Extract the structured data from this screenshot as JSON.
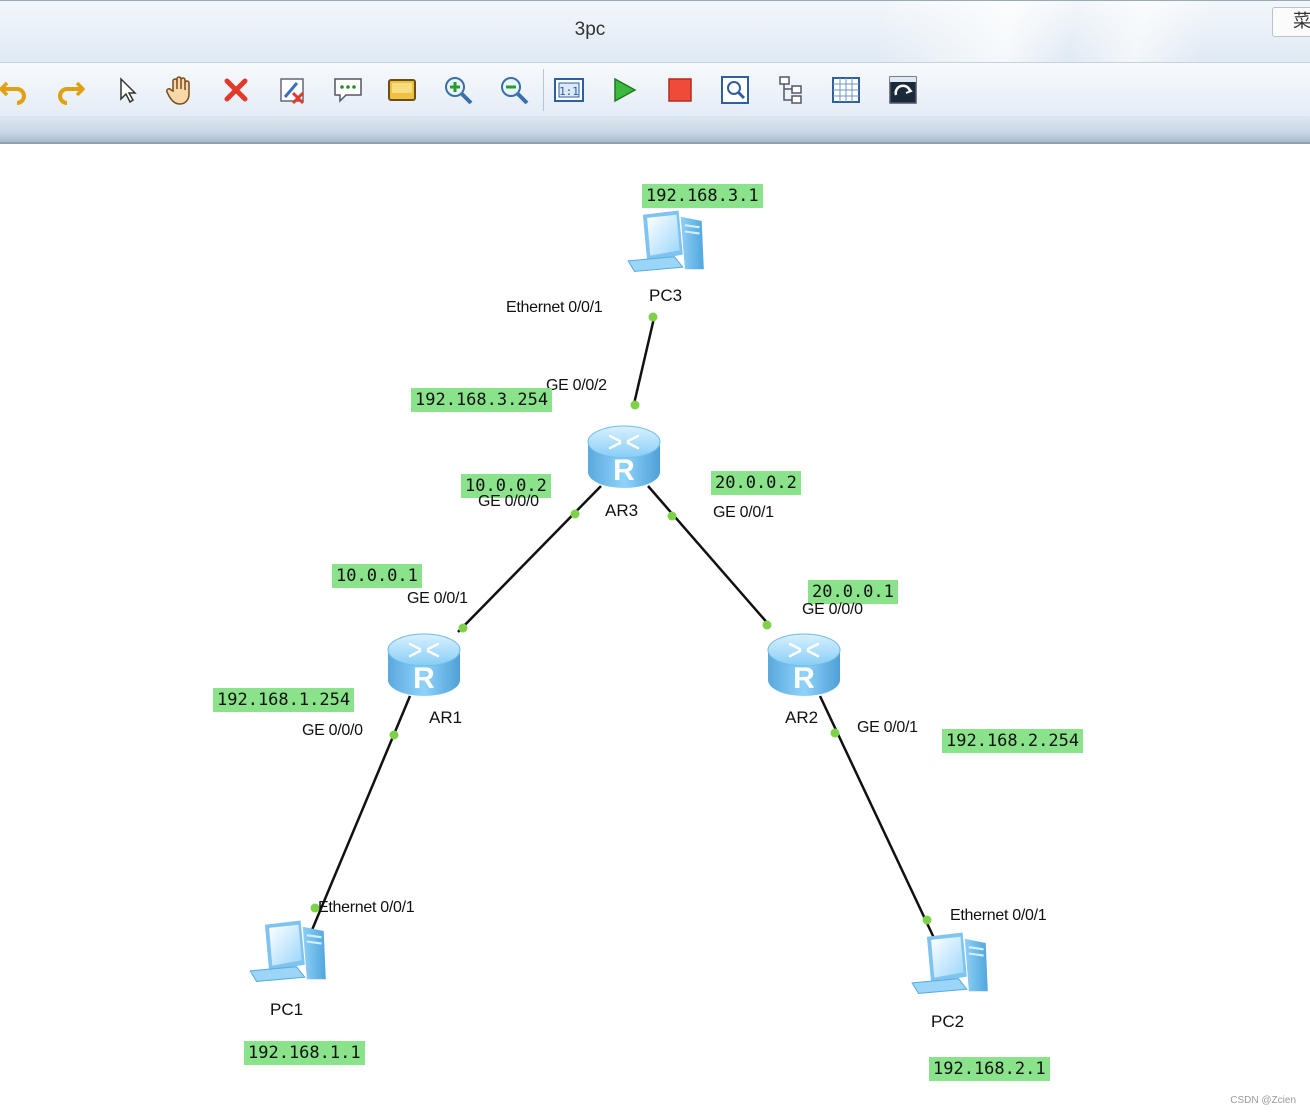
{
  "window": {
    "title": "3pc",
    "menu_label": "菜"
  },
  "toolbar": {
    "buttons": [
      {
        "name": "undo-button",
        "icon": "undo-icon"
      },
      {
        "name": "redo-button",
        "icon": "redo-icon"
      },
      {
        "name": "select-button",
        "icon": "pointer-icon"
      },
      {
        "name": "pan-button",
        "icon": "hand-icon"
      },
      {
        "name": "delete-button",
        "icon": "delete-icon"
      },
      {
        "name": "delete-link-button",
        "icon": "delete-link-icon"
      },
      {
        "name": "text-note-button",
        "icon": "speech-bubble-icon"
      },
      {
        "name": "palette-button",
        "icon": "palette-icon"
      },
      {
        "name": "zoom-in-button",
        "icon": "zoom-in-icon"
      },
      {
        "name": "zoom-out-button",
        "icon": "zoom-out-icon"
      },
      {
        "name": "fit-view-button",
        "icon": "fit-icon"
      },
      {
        "name": "start-button",
        "icon": "play-icon"
      },
      {
        "name": "stop-button",
        "icon": "stop-icon"
      },
      {
        "name": "capture-button",
        "icon": "capture-icon"
      },
      {
        "name": "topology-button",
        "icon": "topology-icon"
      },
      {
        "name": "grid-button",
        "icon": "grid-icon"
      },
      {
        "name": "console-button",
        "icon": "console-icon"
      }
    ]
  },
  "devices": {
    "pc3": {
      "name": "PC3",
      "ip": "192.168.3.1",
      "port": "Ethernet 0/0/1"
    },
    "ar3": {
      "name": "AR3",
      "port_pc3": "GE 0/0/2",
      "ip_pc3": "192.168.3.254",
      "port_ar1": "GE 0/0/0",
      "ip_ar1": "10.0.0.2",
      "port_ar2": "GE 0/0/1",
      "ip_ar2": "20.0.0.2"
    },
    "ar1": {
      "name": "AR1",
      "port_ar3": "GE 0/0/1",
      "ip_ar3": "10.0.0.1",
      "port_pc1": "GE 0/0/0",
      "ip_pc1": "192.168.1.254"
    },
    "ar2": {
      "name": "AR2",
      "port_ar3": "GE 0/0/0",
      "ip_ar3": "20.0.0.1",
      "port_pc2": "GE 0/0/1",
      "ip_pc2": "192.168.2.254"
    },
    "pc1": {
      "name": "PC1",
      "ip": "192.168.1.1",
      "port": "Ethernet 0/0/1"
    },
    "pc2": {
      "name": "PC2",
      "ip": "192.168.2.1",
      "port": "Ethernet 0/0/1"
    }
  },
  "watermark": "CSDN @Zcien",
  "colors": {
    "ip_label_bg": "#8ae28a",
    "port_dot": "#7ed24a",
    "device_blue": "#5bb8ee"
  }
}
